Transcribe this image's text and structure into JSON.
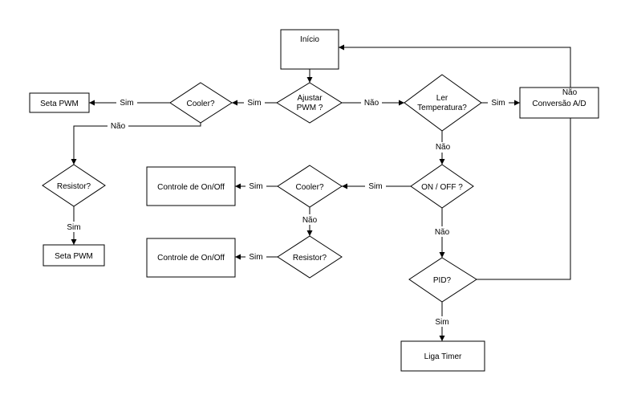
{
  "nodes": {
    "inicio": "Início",
    "ajustar_pwm": [
      "Ajustar",
      "PWM ?"
    ],
    "ler_temp": [
      "Ler",
      "Temperatura?"
    ],
    "conversao": "Conversão A/D",
    "cooler_top": "Cooler?",
    "seta_pwm_1": "Seta PWM",
    "resistor_left": "Resistor?",
    "seta_pwm_2": "Seta PWM",
    "on_off": "ON / OFF ?",
    "cooler_mid": "Cooler?",
    "controle_1": "Controle de On/Off",
    "resistor_mid": "Resistor?",
    "controle_2": "Controle de On/Off",
    "pid": "PID?",
    "liga_timer": "Liga Timer"
  },
  "edges": {
    "ajustar_sim": "Sim",
    "ajustar_nao": "Não",
    "ler_sim": "Sim",
    "ler_nao": "Não",
    "conversao_nao": "Não",
    "cooler_top_sim": "Sim",
    "cooler_top_nao": "Não",
    "resistor_left_sim": "Sim",
    "onoff_sim": "Sim",
    "onoff_nao": "Não",
    "cooler_mid_sim": "Sim",
    "cooler_mid_nao": "Não",
    "resistor_mid_sim": "Sim",
    "pid_sim": "Sim"
  }
}
